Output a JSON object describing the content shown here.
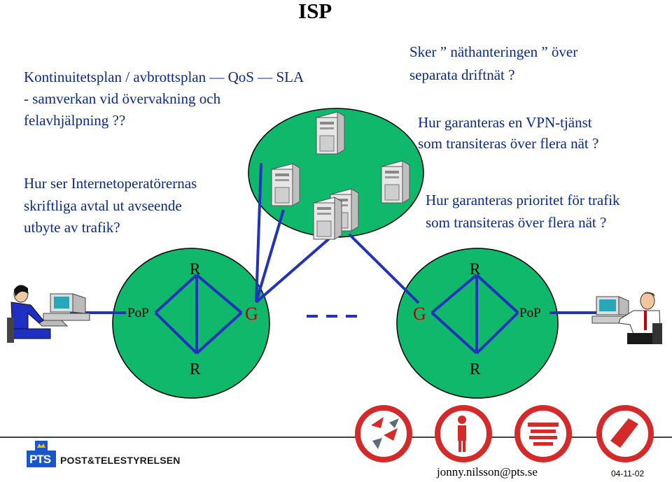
{
  "slide": {
    "title": "ISP",
    "left_text_1": [
      "Kontinuitetsplan / avbrottsplan — QoS — SLA",
      "- samverkan vid övervakning och",
      "felavhjälpning ??"
    ],
    "left_text_2": [
      "Hur ser Internetoperatörernas",
      "skriftliga avtal ut avseende",
      "utbyte av trafik?"
    ],
    "right_text_1": [
      "Sker ” näthanteringen ” över",
      "separata driftnät ?"
    ],
    "right_text_2": [
      "Hur garanteras en VPN-tjänst",
      "som transiteras över flera nät ?"
    ],
    "right_text_3": [
      "Hur garanteras prioritet för trafik",
      "som transiteras över flera nät ?"
    ]
  },
  "network": {
    "left_r_top": "R",
    "left_r_bottom": "R",
    "left_pop": "PoP",
    "left_g": "G",
    "right_r_top": "R",
    "right_r_bottom": "R",
    "right_pop": "PoP",
    "right_g": "G"
  },
  "footer": {
    "logo_letters": "PTS",
    "org_name": "POST&TELESTYRELSEN",
    "email": "jonny.nilsson@pts.se",
    "date": "04-11-02"
  },
  "colors": {
    "circle_fill": "#0fb86a",
    "link_blue": "#2233bb",
    "text_blue": "#0b2a86",
    "gateway_red": "#c00000",
    "logo_red": "#d42a2a"
  }
}
